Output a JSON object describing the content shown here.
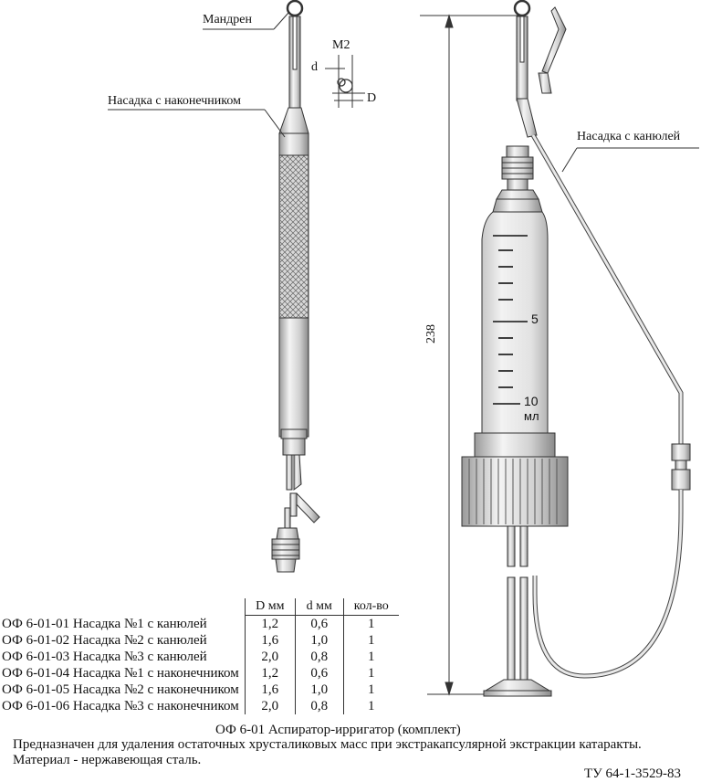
{
  "labels": {
    "mandrel": "Мандрен",
    "tip_nozzle": "Насадка с наконечником",
    "cannula_nozzle": "Насадка с канюлей",
    "thread": "M2",
    "d": "d",
    "D": "D",
    "length": "238",
    "scale_5": "5",
    "scale_10": "10",
    "unit_ml": "мл"
  },
  "table": {
    "headers": [
      "",
      "D мм",
      "d мм",
      "кол-во"
    ],
    "rows": [
      {
        "name": "ОФ 6-01-01 Насадка №1 с канюлей",
        "D": "1,2",
        "d": "0,6",
        "qty": "1"
      },
      {
        "name": "ОФ 6-01-02 Насадка №2 с канюлей",
        "D": "1,6",
        "d": "1,0",
        "qty": "1"
      },
      {
        "name": "ОФ 6-01-03 Насадка №3 с канюлей",
        "D": "2,0",
        "d": "0,8",
        "qty": "1"
      },
      {
        "name": "ОФ 6-01-04 Насадка №1 с наконечником",
        "D": "1,2",
        "d": "0,6",
        "qty": "1"
      },
      {
        "name": "ОФ 6-01-05 Насадка №2 с наконечником",
        "D": "1,6",
        "d": "1,0",
        "qty": "1"
      },
      {
        "name": "ОФ 6-01-06 Насадка №3 с наконечником",
        "D": "2,0",
        "d": "0,8",
        "qty": "1"
      }
    ]
  },
  "caption": {
    "title": "ОФ 6-01  Аспиратор-ирригатор (комплект)",
    "purpose": "Предназначен для удаления остаточных хрусталиковых масс при экстракапсулярной экстракции катаракты.",
    "material": "Материал  -  нержавеющая сталь.",
    "standard": "ТУ 64-1-3529-83"
  }
}
